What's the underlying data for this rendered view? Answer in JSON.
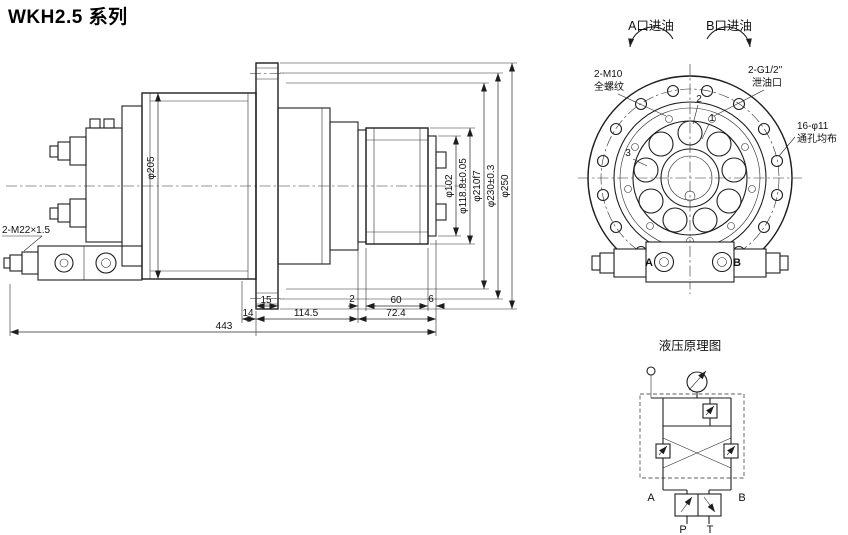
{
  "title": "WKH2.5 系列",
  "side_view": {
    "label_ports": "2-M22×1.5",
    "dia_body": "φ205",
    "dia_102": "φ102",
    "dia_118": "φ118.8±0.05",
    "dia_210": "φ210f7",
    "dia_230": "φ230±0.3",
    "dia_250": "φ250",
    "len_15": "15",
    "len_14": "14",
    "len_114": "114.5",
    "len_2": "2",
    "len_60": "60",
    "len_6": "6",
    "len_72": "72.4",
    "len_443": "443"
  },
  "front_view": {
    "rot_a": "A口进油",
    "rot_b": "B口进油",
    "m10_1": "2-M10",
    "m10_2": "全螺纹",
    "g12_1": "2-G1/2\"",
    "g12_2": "泄油口",
    "holes_1": "16-φ11",
    "holes_2": "通孔均布",
    "port_a": "A",
    "port_b": "B",
    "part1": "1",
    "part2": "2",
    "part3": "3"
  },
  "schematic": {
    "title": "液压原理图",
    "a": "A",
    "b": "B",
    "p": "P",
    "t": "T"
  }
}
